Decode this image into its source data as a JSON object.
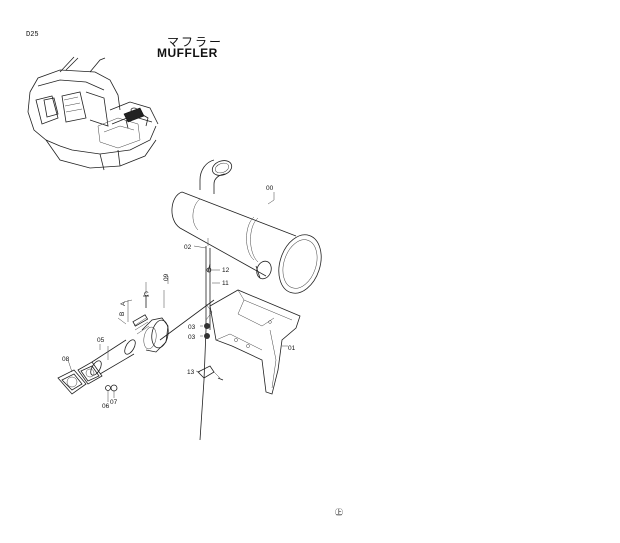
{
  "header": {
    "page_code": "D25",
    "title_jp": "マフラー",
    "title_en": "MUFFLER"
  },
  "footer": {
    "mark": "㊤"
  },
  "parts": [
    {
      "id": "00",
      "label": "00"
    },
    {
      "id": "01",
      "label": "01"
    },
    {
      "id": "02",
      "label": "02"
    },
    {
      "id": "03a",
      "label": "03"
    },
    {
      "id": "03b",
      "label": "03"
    },
    {
      "id": "05",
      "label": "05"
    },
    {
      "id": "06",
      "label": "06"
    },
    {
      "id": "07",
      "label": "07"
    },
    {
      "id": "08",
      "label": "08"
    },
    {
      "id": "09",
      "label": "09"
    },
    {
      "id": "11",
      "label": "11"
    },
    {
      "id": "12",
      "label": "12"
    },
    {
      "id": "13",
      "label": "13"
    }
  ],
  "markers": {
    "a": "A",
    "b": "B",
    "c": "C"
  }
}
